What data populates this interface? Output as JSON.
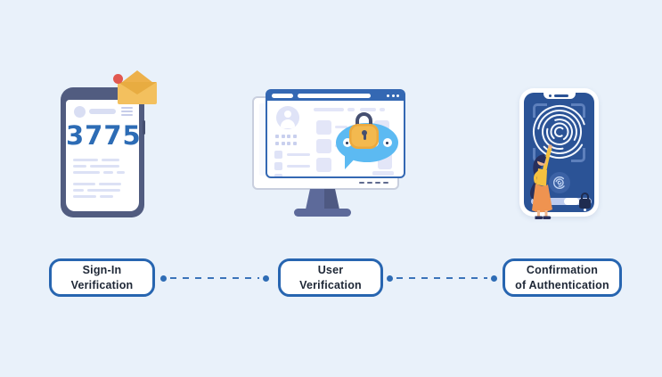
{
  "diagram": {
    "steps": [
      {
        "id": "sign-in-verification",
        "label_line1": "Sign-In",
        "label_line2": "Verification",
        "illustration": "phone-otp-code"
      },
      {
        "id": "user-verification",
        "label_line1": "User",
        "label_line2": "Verification",
        "illustration": "desktop-lock-otp-chat"
      },
      {
        "id": "confirmation-of-authentication",
        "label_line1": "Confirmation",
        "label_line2": "of Authentication",
        "illustration": "phone-fingerprint-scan"
      }
    ],
    "otp_code": "3775",
    "otp_dot_count": 4
  },
  "colors": {
    "bg": "#E9F1FA",
    "accent": "#3468B3",
    "slate": "#515C80",
    "screenNavy": "#2B5396",
    "lavender": "#D9DEF3",
    "code": "#2D6CB5",
    "bubble": "#5CBAF2",
    "lockGold": "#F3B94F",
    "envelope": "#F3C05E",
    "envelopeDark": "#EDB14B",
    "redDot": "#E15850",
    "connector": "#3B74BA",
    "labelBorder": "#2765B0",
    "labelText": "#1E2736",
    "stand": "#5D6A9A",
    "skirtOrange": "#EF9350",
    "topYellow": "#F5C13F",
    "hairNavy": "#272F5C"
  }
}
